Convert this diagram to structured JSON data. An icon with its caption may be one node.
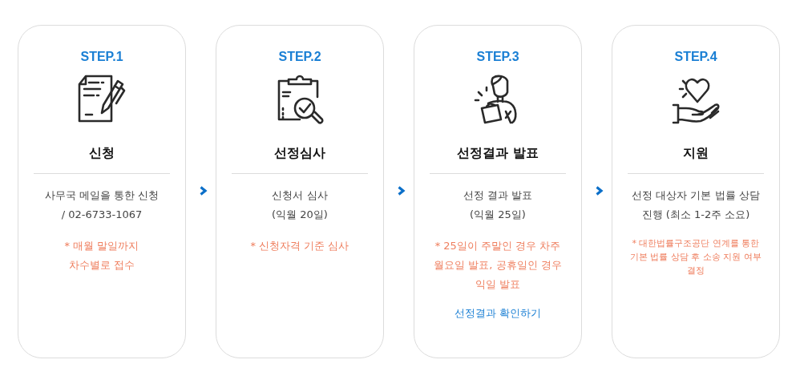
{
  "diagram": {
    "nodes": [
      {
        "text": [
          "STEP.1",
          "신청",
          "사무국 메일을 통한 신청 / 02-6733-1067",
          "* 매월 말일까지 차수별로 접수"
        ]
      },
      {
        "text": [
          "STEP.2",
          "선정심사",
          "신청서 심사 (익월 20일)",
          "* 신청자격 기준 심사"
        ]
      },
      {
        "text": [
          "STEP.3",
          "선정결과 발표",
          "선정 결과 발표 (익월 25일)",
          "* 25일이 주말인 경우 차주 월요일 발표, 공휴일인 경우 익일 발표",
          "선정결과 확인하기"
        ]
      },
      {
        "text": [
          "STEP.4",
          "지원",
          "선정 대상자 기본 법률 상담 진행 (최소 1-2주 소요)",
          "* 대한법률구조공단 연계를 통한 기본 법률 상담 후 소송 지원 여부 결정"
        ]
      }
    ],
    "edges": [
      {
        "from": 0,
        "to": 1,
        "arrow": "to"
      },
      {
        "from": 1,
        "to": 2,
        "arrow": "to"
      },
      {
        "from": 2,
        "to": 3,
        "arrow": "to"
      }
    ]
  }
}
